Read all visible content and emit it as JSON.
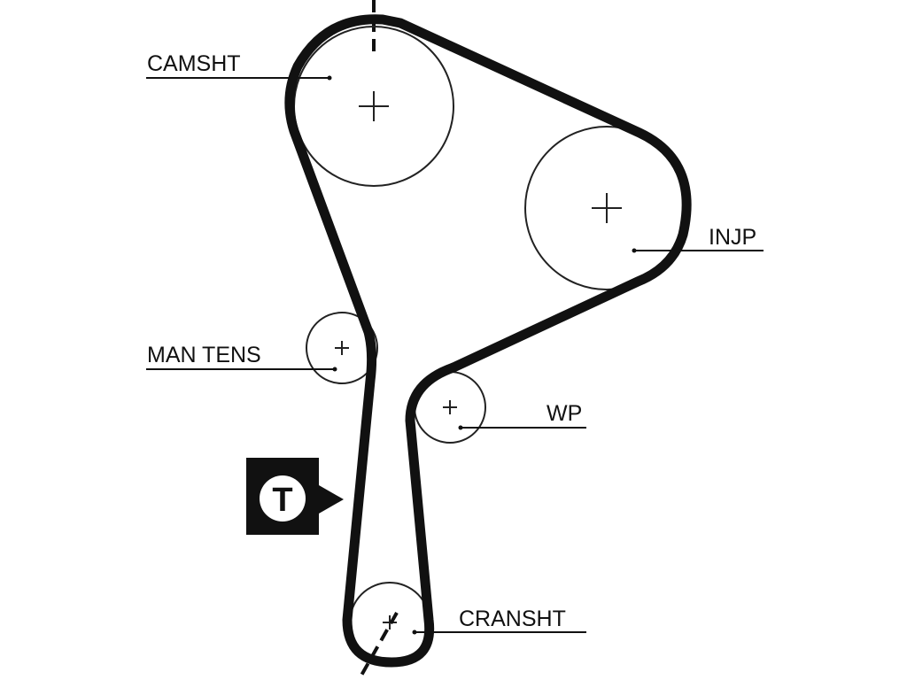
{
  "diagram": {
    "labels": {
      "camshaft": "CAMSHT",
      "injection_pump": "INJP",
      "manual_tensioner": "MAN TENS",
      "water_pump": "WP",
      "crankshaft": "CRANSHT"
    },
    "tension_marker": {
      "letter": "T"
    }
  },
  "colors": {
    "belt": "#111111",
    "pulley_outline": "#222222",
    "background": "#ffffff"
  }
}
